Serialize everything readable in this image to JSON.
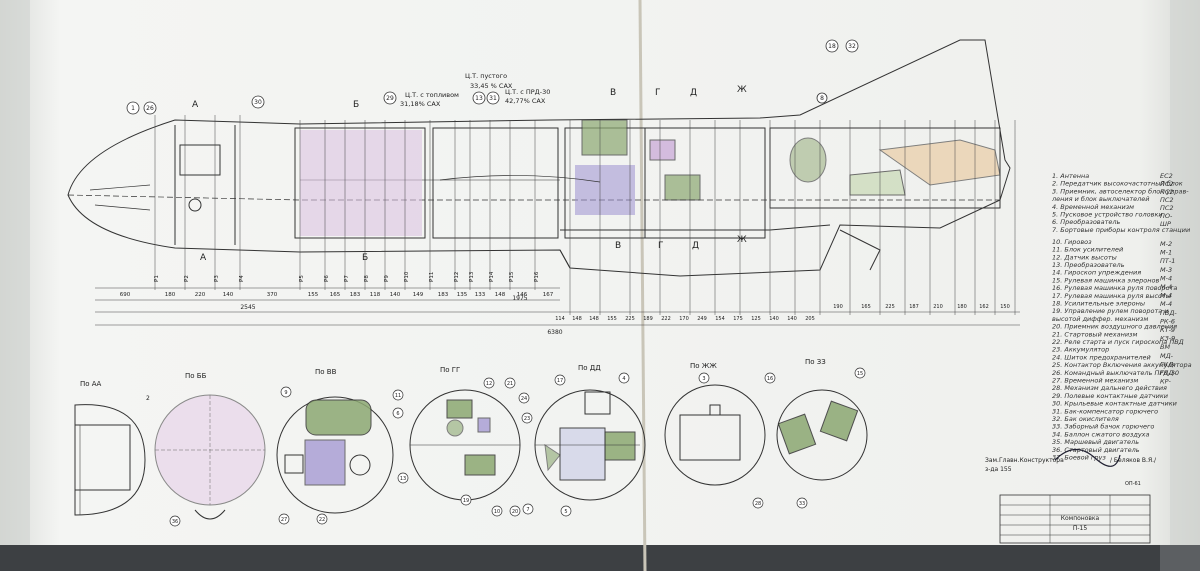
{
  "cg_labels": [
    {
      "title": "Ц.Т. с топливом",
      "value": "31,18% САХ"
    },
    {
      "title": "Ц.Т. пустого",
      "value": "33,45 % САХ"
    },
    {
      "title": "Ц.Т. с ПРД-30",
      "value": "42,77% САХ"
    }
  ],
  "section_marks": [
    "А",
    "Б",
    "В",
    "Г",
    "Д",
    "Ж"
  ],
  "callouts": [
    "1",
    "26",
    "30",
    "29",
    "13",
    "31",
    "18",
    "32",
    "8"
  ],
  "frame_labels": [
    "Р1",
    "Р2",
    "Р3",
    "Р4",
    "Р5",
    "Р6",
    "Р7",
    "Р8",
    "Р9",
    "Р10",
    "Р11",
    "Р12",
    "Р13",
    "Р14",
    "Р15",
    "Р16"
  ],
  "dimensions": {
    "small": [
      "690",
      "180",
      "220",
      "140",
      "370",
      "155",
      "165",
      "183",
      "118",
      "140",
      "149",
      "183",
      "135",
      "133",
      "148",
      "146",
      "167"
    ],
    "overall": [
      "2545",
      "1975",
      "6380"
    ],
    "tail": [
      "114",
      "148",
      "148",
      "155",
      "225",
      "189",
      "222",
      "170",
      "249",
      "154",
      "175",
      "125",
      "140",
      "140",
      "205",
      "190",
      "165",
      "225",
      "187",
      "210",
      "180",
      "162",
      "150"
    ]
  },
  "views": [
    {
      "title": "По АА",
      "number": "2"
    },
    {
      "title": "По ББ",
      "number": "36"
    },
    {
      "title": "По ВВ",
      "numbers": [
        "9",
        "6",
        "27",
        "22"
      ]
    },
    {
      "title": "По ГГ",
      "numbers": [
        "11",
        "12",
        "21",
        "24",
        "23",
        "19",
        "10",
        "20",
        "13"
      ]
    },
    {
      "title": "По ДД",
      "numbers": [
        "17",
        "4",
        "7",
        "5"
      ]
    },
    {
      "title": "По ЖЖ",
      "numbers": [
        "3",
        "28"
      ]
    },
    {
      "title": "По ЗЗ",
      "numbers": [
        "16",
        "15",
        "33"
      ]
    }
  ],
  "legend": {
    "header_codes": [
      "ЕС2",
      "ПС2",
      "ПС2",
      "ПС2",
      "ПС2",
      "ПО-",
      "ШР"
    ],
    "items": [
      "1. Антенна",
      "2. Передатчик высокочастотный блок",
      "3. Приемник, автоселектор блок управ-",
      "   ления и блок выключателей",
      "4. Временной механизм",
      "5. Пусковое устройство головки",
      "6. Преобразователь",
      "7. Бортовые приборы контроля станции",
      "10. Гировоз",
      "11. Блок усилителей",
      "12. Датчик высоты",
      "13. Преобразователь",
      "14. Гироскоп упреждения",
      "15. Рулевая машинка элеронов",
      "16. Рулевая машинка руля поворота",
      "17. Рулевая машинка руля высоты",
      "18. Усилительные элероны",
      "19. Управление рулем поворота и",
      "    высотой диффер. механизм",
      "20. Приемник воздушного давления",
      "21. Стартовый механизм",
      "22. Реле старта и пуск гироскопа ПВД",
      "23. Аккумулятор",
      "24. Шиток предохранителей",
      "25. Контактор Включения аккумулятора",
      "26. Командный выключатель ПРД-30",
      "27. Временной механизм",
      "28. Механизм дальнего действия",
      "29. Полевые контактные датчики",
      "30. Крыльевые контактные датчики",
      "31. Бак-компенсатор горючего",
      "32. Бак окислителя",
      "33. Заборный бачок горючего",
      "34. Баллон сжатого воздуха",
      "35. Маршевый двигатель",
      "36. Стартовый двигатель",
      "37. Боевой груз"
    ],
    "right_codes": [
      "М-2",
      "М-1",
      "ПТ-1",
      "М-3",
      "М-4",
      "М-4",
      "М-4",
      "М-4",
      "ПВД-",
      "РК-6",
      "КТ-9",
      "КЗ-9",
      "ВМ",
      "МД-",
      "ГКД-",
      "ГКД-",
      "КР-"
    ]
  },
  "signature": {
    "line1": "Зам.Главн.Конструктора",
    "line2": "з-да 155",
    "name": "/ Беляков В.Я./"
  },
  "sheet_code": "ОП-61",
  "title_block": {
    "title": "Компоновка",
    "code": "П-15"
  }
}
